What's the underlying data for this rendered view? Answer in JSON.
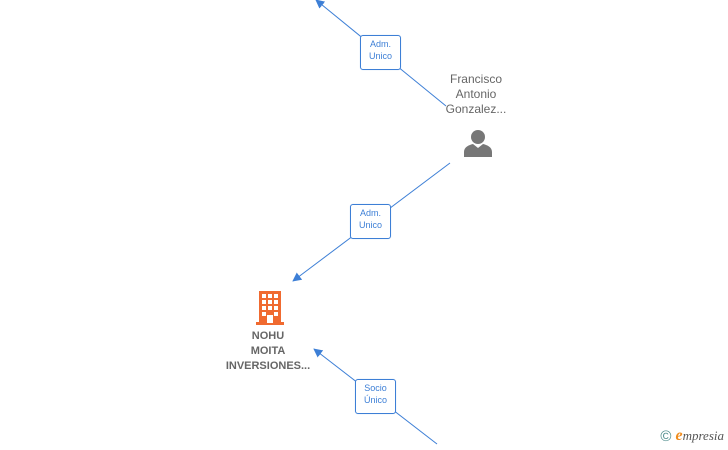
{
  "diagram": {
    "edges": [
      {
        "id": "edge-top",
        "label_line1": "Adm.",
        "label_line2": "Unico"
      },
      {
        "id": "edge-mid",
        "label_line1": "Adm.",
        "label_line2": "Unico"
      },
      {
        "id": "edge-bottom",
        "label_line1": "Socio",
        "label_line2": "Único"
      }
    ],
    "person": {
      "name_line1": "Francisco",
      "name_line2": "Antonio",
      "name_line3": "Gonzalez...",
      "icon": "person-icon"
    },
    "company": {
      "name_line1": "NOHU",
      "name_line2": "MOITA",
      "name_line3": "INVERSIONES...",
      "icon": "building-icon",
      "icon_color": "#f06a30"
    },
    "colors": {
      "edge": "#3d7fd6",
      "person_icon": "#777777",
      "text": "#666666"
    }
  },
  "watermark": {
    "copyright": "©",
    "brand_initial": "e",
    "brand_rest": "mpresia"
  }
}
